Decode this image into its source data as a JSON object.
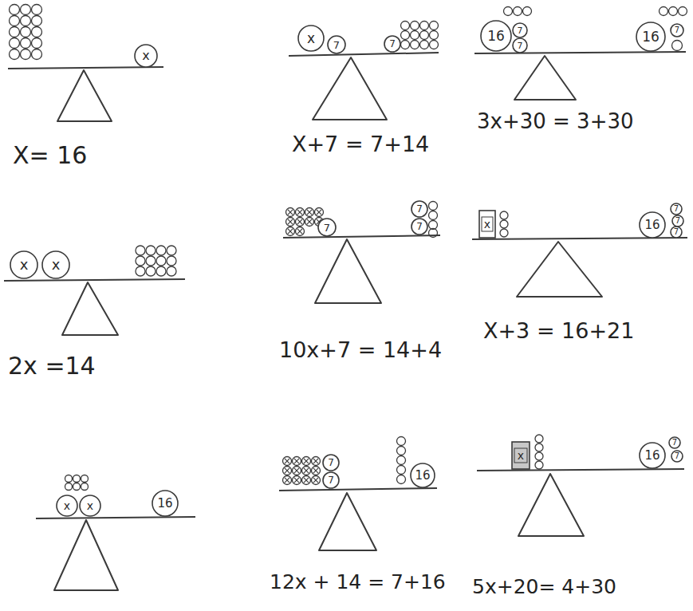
{
  "diagram": {
    "nodes": [
      {
        "text": [
          "x"
        ]
      },
      {
        "text": [
          "x"
        ]
      },
      {
        "text": [
          "7"
        ]
      },
      {
        "text": [
          "7"
        ]
      },
      {
        "text": [
          "16"
        ]
      },
      {
        "text": [
          "7"
        ]
      },
      {
        "text": [
          "7"
        ]
      },
      {
        "text": [
          "16"
        ]
      },
      {
        "text": [
          "7"
        ]
      },
      {
        "text": [
          "x"
        ]
      },
      {
        "text": [
          "x"
        ]
      },
      {
        "text": [
          "7"
        ]
      },
      {
        "text": [
          "7"
        ]
      },
      {
        "text": [
          "7"
        ]
      },
      {
        "text": [
          "x"
        ]
      },
      {
        "text": [
          "16"
        ]
      },
      {
        "text": [
          "7"
        ]
      },
      {
        "text": [
          "7"
        ]
      },
      {
        "text": [
          "7"
        ]
      },
      {
        "text": [
          "x"
        ]
      },
      {
        "text": [
          "x"
        ]
      },
      {
        "text": [
          "16"
        ]
      },
      {
        "text": [
          "7"
        ]
      },
      {
        "text": [
          "7"
        ]
      },
      {
        "text": [
          "16"
        ]
      },
      {
        "text": [
          "x"
        ]
      },
      {
        "text": [
          "16"
        ]
      },
      {
        "text": [
          "7"
        ]
      },
      {
        "text": [
          "7"
        ]
      }
    ],
    "labels": [
      "X= 16",
      "X+7 = 7+14",
      "3x+30 = 3+30",
      "2x =14",
      "10x+7 = 14+4",
      "X+3 = 16+21",
      "12x + 14 = 7+16",
      "5x+20= 4+30"
    ]
  }
}
